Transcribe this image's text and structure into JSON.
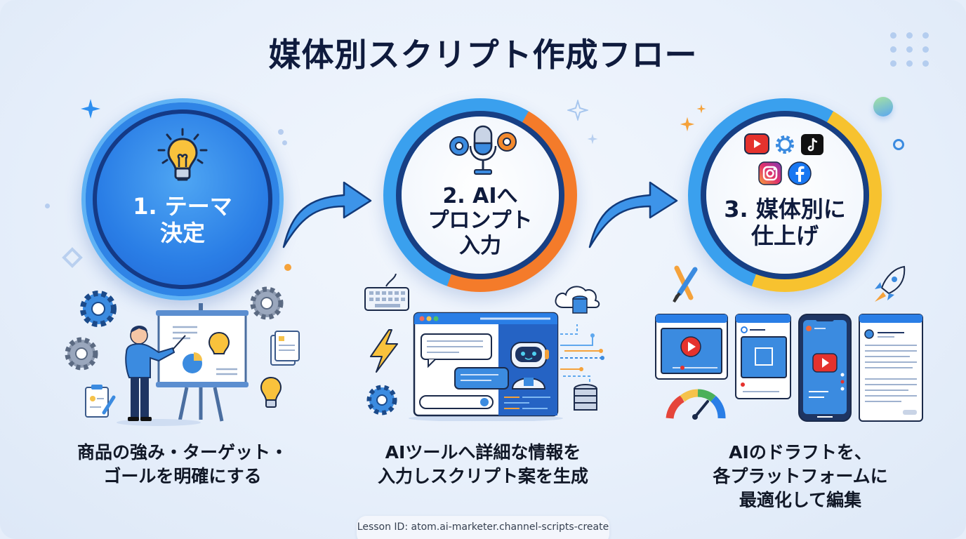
{
  "title": "媒体別スクリプト作成フロー",
  "steps": [
    {
      "label_line1": "1. テーマ",
      "label_line2": "決定",
      "label_line3": "",
      "icon": "lightbulb-icon",
      "caption_line1": "商品の強み・ターゲット・",
      "caption_line2": "ゴールを明確にする",
      "caption_line3": "",
      "illustration": "presenter-with-whiteboard",
      "ring_colors": [
        "#2f84e6",
        "#143a86"
      ]
    },
    {
      "label_line1": "2. AIへ",
      "label_line2": "プロンプト",
      "label_line3": "入力",
      "icon": "microphone-gears-icon",
      "caption_line1": "AIツールへ詳細な情報を",
      "caption_line2": "入力しスクリプト案を生成",
      "caption_line3": "",
      "illustration": "ai-chat-window-with-robot",
      "ring_colors": [
        "#3aa0ee",
        "#f47b2a"
      ]
    },
    {
      "label_line1": "3. 媒体別に",
      "label_line2": "仕上げ",
      "label_line3": "",
      "icon": "social-media-icons",
      "caption_line1": "AIのドラフトを、",
      "caption_line2": "各プラットフォームに",
      "caption_line3": "最適化して編集",
      "illustration": "platform-screens",
      "ring_colors": [
        "#3aa0ee",
        "#f7c22f"
      ]
    }
  ],
  "footer": {
    "lesson_id": "Lesson ID: atom.ai-marketer.channel-scripts-create"
  },
  "colors": {
    "title": "#0f1b3d",
    "primary_blue": "#2a7ee6",
    "dark_navy": "#143a86",
    "orange": "#f47b2a",
    "yellow": "#f7c22f"
  }
}
